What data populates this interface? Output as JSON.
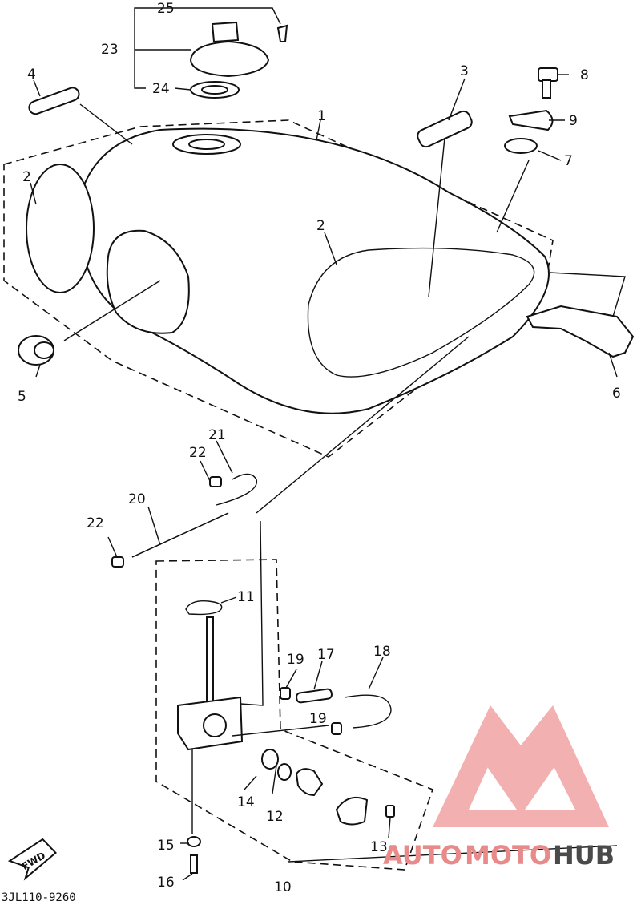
{
  "labels": {
    "l1": "1",
    "l2a": "2",
    "l2b": "2",
    "l3": "3",
    "l4": "4",
    "l5": "5",
    "l6": "6",
    "l7": "7",
    "l8": "8",
    "l9": "9",
    "l10": "10",
    "l11": "11",
    "l12": "12",
    "l13": "13",
    "l14": "14",
    "l15": "15",
    "l16": "16",
    "l17": "17",
    "l18": "18",
    "l19a": "19",
    "l19b": "19",
    "l20": "20",
    "l21": "21",
    "l22a": "22",
    "l22b": "22",
    "l23": "23",
    "l24": "24",
    "l25": "25"
  },
  "fwd": "FWD",
  "diagram_code": "3JL110-9260",
  "watermark": {
    "part1": "AUTO",
    "part2": "MOTO",
    "part3": "HUB",
    "color": "#e98a8a",
    "dark": "#4a4a4a"
  }
}
